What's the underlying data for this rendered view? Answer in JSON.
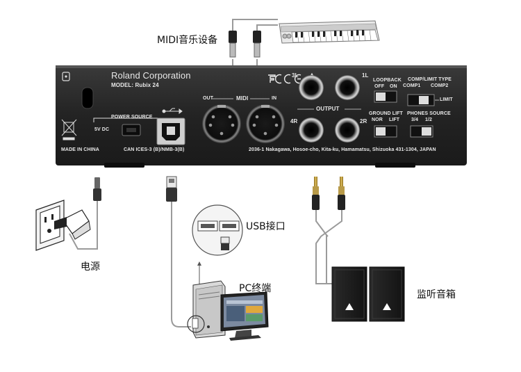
{
  "labels": {
    "midi": "MIDI音乐设备",
    "usb": "USB接口",
    "power": "电源",
    "pc": "PC终端",
    "monitors": "监听音箱"
  },
  "panel": {
    "brand": "Roland Corporation",
    "model": "MODEL: Rubix 24",
    "certs": "FC CE",
    "midi_out": "OUT",
    "midi_label": "MIDI",
    "midi_in": "IN",
    "power_source": "POWER SOURCE",
    "dc": "5V DC",
    "made_in": "MADE IN CHINA",
    "can_ices": "CAN ICES-3 (B)/NMB-3(B)",
    "address": "2036-1 Nakagawa, Hosoe-cho, Kita-ku, Hamamatsu, Shizuoka 431-1304, JAPAN",
    "out_3l": "3L",
    "out_1l": "1L",
    "out_4r": "4R",
    "out_2r": "2R",
    "output": "OUTPUT",
    "loopback": "LOOPBACK",
    "loopback_off": "OFF",
    "loopback_on": "ON",
    "comp_limit_type": "COMP/LIMIT TYPE",
    "comp1": "COMP1",
    "comp2": "COMP2",
    "limit": "LIMIT",
    "ground_lift": "GROUND LIFT",
    "nor": "NOR",
    "lift": "LIFT",
    "phones_source": "PHONES SOURCE",
    "phones_34": "3/4",
    "phones_12": "1/2"
  }
}
